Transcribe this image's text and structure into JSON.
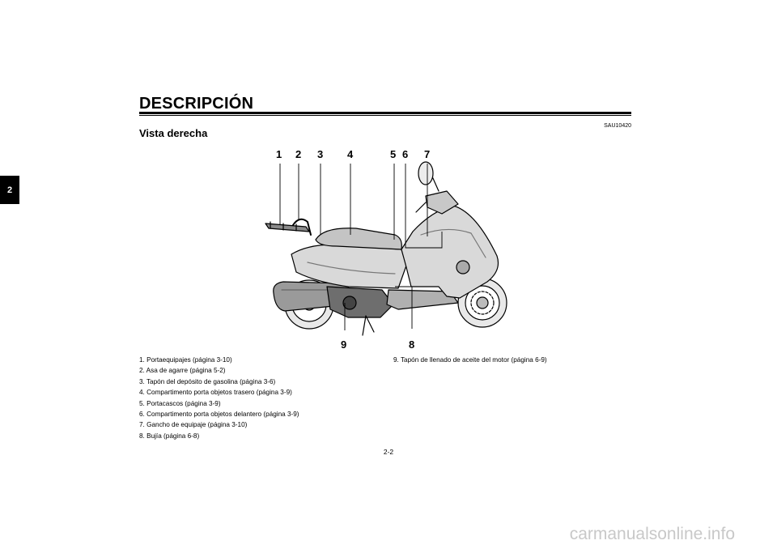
{
  "chapter_tab": "2",
  "section_title": "DESCRIPCIÓN",
  "ref_code": "SAU10420",
  "subtitle": "Vista derecha",
  "callouts": {
    "c1": "1",
    "c2": "2",
    "c3": "3",
    "c4": "4",
    "c5": "5",
    "c6": "6",
    "c7": "7",
    "c8": "8",
    "c9": "9"
  },
  "legend": [
    "1. Portaequipajes (página 3-10)",
    "2. Asa de agarre (página 5-2)",
    "3. Tapón del depósito de gasolina (página 3-6)",
    "4. Compartimento porta objetos trasero (página 3-9)",
    "5. Portacascos (página 3-9)",
    "6. Compartimento porta objetos delantero (página 3-9)",
    "7. Gancho de equipaje (página 3-10)",
    "8. Bujía (página 6-8)",
    "9. Tapón de llenado de aceite del motor (página 6-9)"
  ],
  "page_number": "2-2",
  "watermark": "carmanualsonline.info"
}
